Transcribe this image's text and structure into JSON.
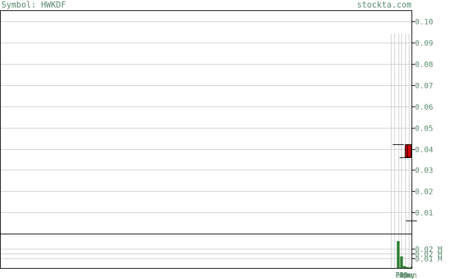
{
  "header": {
    "symbol_label": "Symbol: HWKDF",
    "site_label": "stockta.com"
  },
  "chart_data": {
    "type": "candlestick",
    "price_axis": {
      "ylim": [
        0.0,
        0.105
      ],
      "ticks": [
        0.1,
        0.09,
        0.08,
        0.07,
        0.06,
        0.05,
        0.04,
        0.03,
        0.02,
        0.01
      ],
      "tick_labels": [
        "0.10",
        "0.09",
        "0.08",
        "0.07",
        "0.06",
        "0.05",
        "0.04",
        "0.03",
        "0.02",
        "0.01"
      ]
    },
    "volume_axis": {
      "unit": "M",
      "ylim": [
        0,
        0.035
      ],
      "ticks": [
        0.02,
        0.015,
        0.01
      ],
      "tick_labels": [
        "0.02 M",
        "0.02 M",
        "0.01 M"
      ]
    },
    "x_labels": [
      "Feb",
      "Mar",
      "Apr",
      "May",
      "Jun"
    ],
    "x_label_positions": [
      0.975,
      0.98,
      0.985,
      0.99,
      0.995
    ],
    "candles": [
      {
        "x": 0.966,
        "open": 0.042,
        "high": 0.042,
        "low": 0.042,
        "close": 0.042,
        "color": "#000000"
      },
      {
        "x": 0.983,
        "open": 0.036,
        "high": 0.036,
        "low": 0.036,
        "close": 0.036,
        "color": "#000000"
      },
      {
        "x": 0.988,
        "open": 0.042,
        "high": 0.042,
        "low": 0.036,
        "close": 0.036,
        "color": "#cc0000"
      },
      {
        "x": 0.993,
        "open": 0.042,
        "high": 0.042,
        "low": 0.036,
        "close": 0.036,
        "color": "#cc0000"
      },
      {
        "x": 0.998,
        "open": 0.006,
        "high": 0.006,
        "low": 0.006,
        "close": 0.006,
        "color": "#000000"
      }
    ],
    "volumes": [
      {
        "x": 0.966,
        "value": 0.028
      },
      {
        "x": 0.974,
        "value": 0.012
      },
      {
        "x": 0.981,
        "value": 0.002
      },
      {
        "x": 0.988,
        "value": 0.001
      },
      {
        "x": 0.993,
        "value": 0.0005
      },
      {
        "x": 0.998,
        "value": 0.001
      }
    ],
    "volume_color": "#2e7d32",
    "grid": true
  }
}
